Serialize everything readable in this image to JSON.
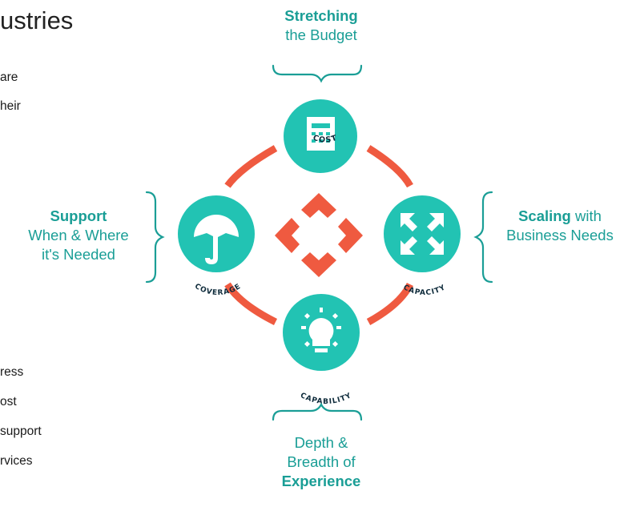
{
  "left_panel": {
    "title": "ustries",
    "top_lines": [
      "are",
      "heir"
    ],
    "bottom_lines": [
      "ress",
      "ost",
      "support",
      "rvices"
    ]
  },
  "diagram": {
    "colors": {
      "teal": "#22c3b3",
      "coral": "#ef5a40",
      "text": "#1a9e96"
    },
    "nodes": {
      "cost": {
        "caption": "COST",
        "icon": "calculator-icon"
      },
      "coverage": {
        "caption": "COVERAGE",
        "icon": "umbrella-icon"
      },
      "capacity": {
        "caption": "CAPACITY",
        "icon": "expand-arrows-icon"
      },
      "capability": {
        "caption": "CAPABILITY",
        "icon": "lightbulb-icon"
      }
    },
    "labels": {
      "top": {
        "bold": "Stretching",
        "rest": "the Budget"
      },
      "left": {
        "bold": "Support",
        "line2": "When & Where",
        "line3": "it's Needed"
      },
      "right": {
        "bold": "Scaling",
        "rest": " with",
        "line2": "Business Needs"
      },
      "bottom": {
        "line1": "Depth &",
        "line2": "Breadth of",
        "bold": "Experience"
      }
    }
  }
}
